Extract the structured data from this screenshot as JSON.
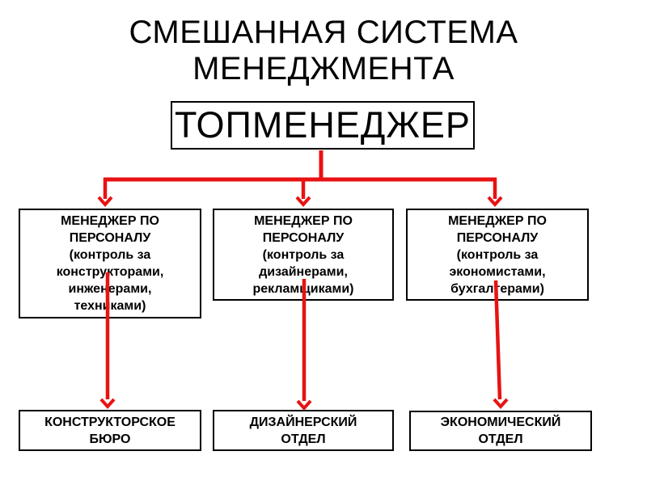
{
  "slide": {
    "title": "СМЕШАННАЯ СИСТЕМА\nМЕНЕДЖМЕНТА"
  },
  "chart": {
    "top_manager": "ТОПМЕНЕДЖЕР",
    "managers": [
      {
        "text": "МЕНЕДЖЕР ПО\nПЕРСОНАЛУ\n(контроль за\nконструкторами,\nинженерами,\nтехниками)"
      },
      {
        "text": "МЕНЕДЖЕР ПО\nПЕРСОНАЛУ\n(контроль за\nдизайнерами,\nрекламщиками)"
      },
      {
        "text": "МЕНЕДЖЕР ПО\nПЕРСОНАЛУ\n(контроль за\nэкономистами,\nбухгалтерами)"
      }
    ],
    "departments": [
      {
        "text": "КОНСТРУКТОРСКОЕ\nБЮРО"
      },
      {
        "text": "ДИЗАЙНЕРСКИЙ\nОТДЕЛ"
      },
      {
        "text": "ЭКОНОМИЧЕСКИЙ\nОТДЕЛ"
      }
    ]
  },
  "colors": {
    "connector": "#e81212",
    "border": "#000000",
    "text": "#000000",
    "background": "#ffffff"
  }
}
